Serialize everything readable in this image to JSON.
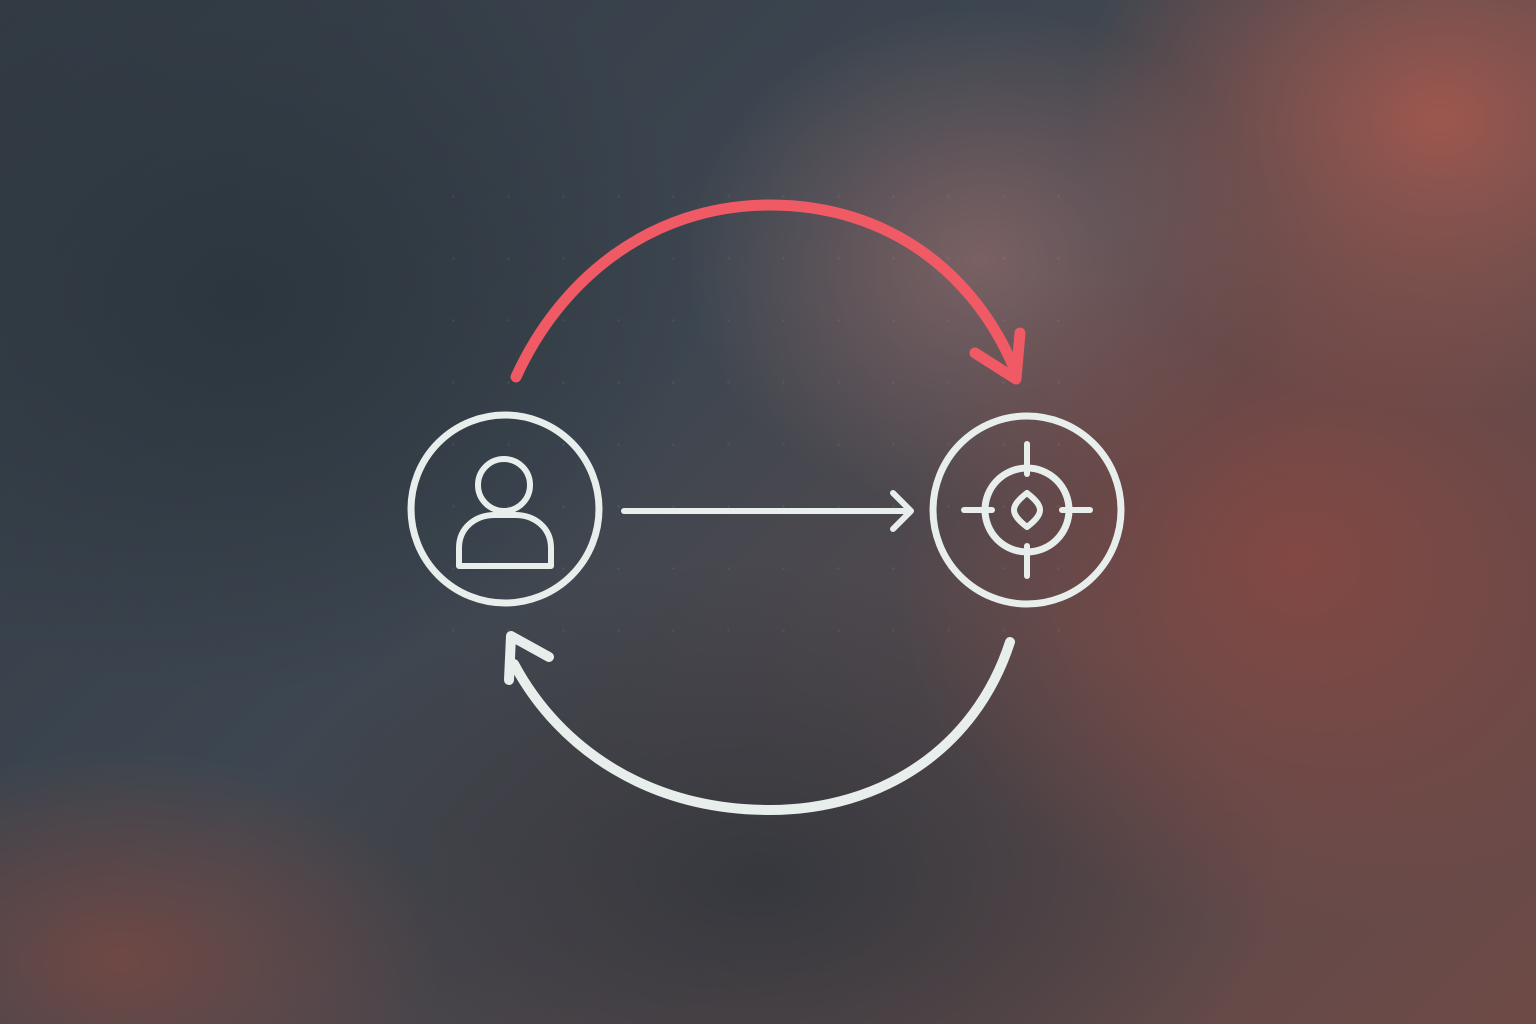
{
  "diagram": {
    "nodes": [
      {
        "id": "user",
        "icon": "user-icon"
      },
      {
        "id": "target",
        "icon": "crosshair-target-icon"
      }
    ],
    "edges": [
      {
        "from": "user",
        "to": "target",
        "style": "curved-arc-top",
        "color": "#ef5a64"
      },
      {
        "from": "user",
        "to": "target",
        "style": "straight",
        "color": "#e8eeec"
      },
      {
        "from": "target",
        "to": "user",
        "style": "curved-arc-bottom",
        "color": "#e8eeec"
      }
    ]
  },
  "colors": {
    "accent_arrow": "#ef5a64",
    "line": "#e8eeec",
    "background_dark": "#2f3840",
    "background_warm": "#8a4c46"
  }
}
